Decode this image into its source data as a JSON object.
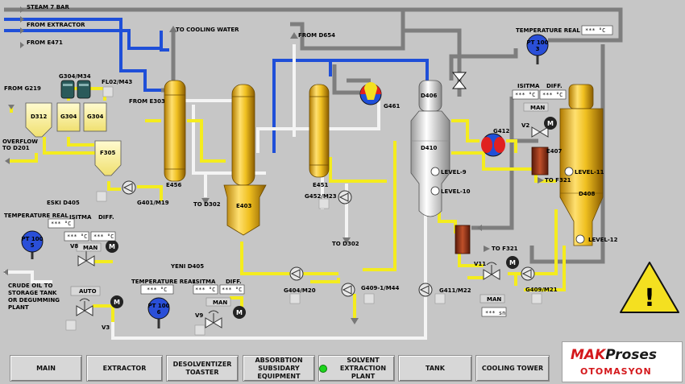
{
  "pipes": {
    "steam": "STEAM 7 BAR",
    "from_extractor": "FROM EXTRACTOR",
    "from_e471": "FROM E471",
    "to_cooling_water": "TO COOLING WATER",
    "from_d654": "FROM D654",
    "from_g219": "FROM G219",
    "from_e303": "FROM E303",
    "overflow": "OVERFLOW TO D201",
    "to_d302_a": "TO D302",
    "to_d302_b": "TO D302",
    "to_f321_a": "TO F321",
    "to_f321_b": "TO F321",
    "crude_oil": "CRUDE OIL TO STORAGE TANK OR DEGUMMING PLANT"
  },
  "equipment": {
    "g304_m34": "G304/M34",
    "fl02_m43": "FL02/M43",
    "d312": "D312",
    "g304_a": "G304",
    "g304_b": "G304",
    "f305": "F305",
    "g401_m19": "G401/M19",
    "e456": "E456",
    "e403": "E403",
    "e451": "E451",
    "g452_m23": "G452/M23",
    "g461": "G461",
    "d406": "D406",
    "d410": "D410",
    "level_9": "LEVEL-9",
    "level_10": "LEVEL-10",
    "g412": "G412",
    "e407": "E407",
    "d408": "D408",
    "level_11": "LEVEL-11",
    "level_12": "LEVEL-12",
    "g404_m20": "G404/M20",
    "g409_1_m44": "G409-1/M44",
    "g411_m22": "G411/M22",
    "g409_m21": "G409/M21",
    "v8": "V8",
    "v9": "V9",
    "v3": "V3",
    "v2": "V2",
    "v11": "V11",
    "eski_d405": "ESKI D405",
    "yeni_d405": "YENI D405"
  },
  "panels": {
    "eski": {
      "temp_label": "TEMPERATURE REAL",
      "temp_value": "*** °C",
      "isitma": "ISITMA",
      "diff": "DIFF.",
      "isitma_value": "*** °C",
      "diff_value": "*** °C",
      "man": "MAN",
      "pt": "PT 100",
      "pt_no": "5"
    },
    "yeni": {
      "temp_label": "TEMPERATURE REAL",
      "temp_value": "*** °C",
      "isitma": "ISITMA",
      "diff": "DIFF.",
      "isitma_value": "*** °C",
      "diff_value": "*** °C",
      "man": "MAN",
      "pt": "PT 100",
      "pt_no": "6"
    },
    "tank": {
      "temp_label": "TEMPERATURE REAL",
      "temp_value": "*** °C",
      "isitma": "ISITMA",
      "diff": "DIFF.",
      "isitma_value": "*** °C",
      "diff_value": "*** °C",
      "man": "MAN",
      "pt": "PT 100",
      "pt_no": "3"
    },
    "auto": "AUTO",
    "v11_man": "MAN",
    "v11_time": "*** sn",
    "motor": "M"
  },
  "nav": [
    {
      "label": "MAIN"
    },
    {
      "label": "EXTRACTOR"
    },
    {
      "label": "DESOLVENTIZER TOASTER"
    },
    {
      "label": "ABSORBTION SUBSIDARY EQUIPMENT"
    },
    {
      "label": "SOLVENT EXTRACTION PLANT"
    },
    {
      "label": "TANK"
    },
    {
      "label": "COOLING TOWER"
    }
  ],
  "logo": {
    "mak": "MAK",
    "proses": "Proses",
    "otomasyon": "OTOMASYON"
  },
  "warning_glyph": "!",
  "colors": {
    "oil": "#f4ec1e",
    "steam": "#8a8a8a",
    "water": "#1f4fd8",
    "solvent": "#f2f2f2",
    "vessel": "#f0c020",
    "active": "#1cd41c"
  }
}
